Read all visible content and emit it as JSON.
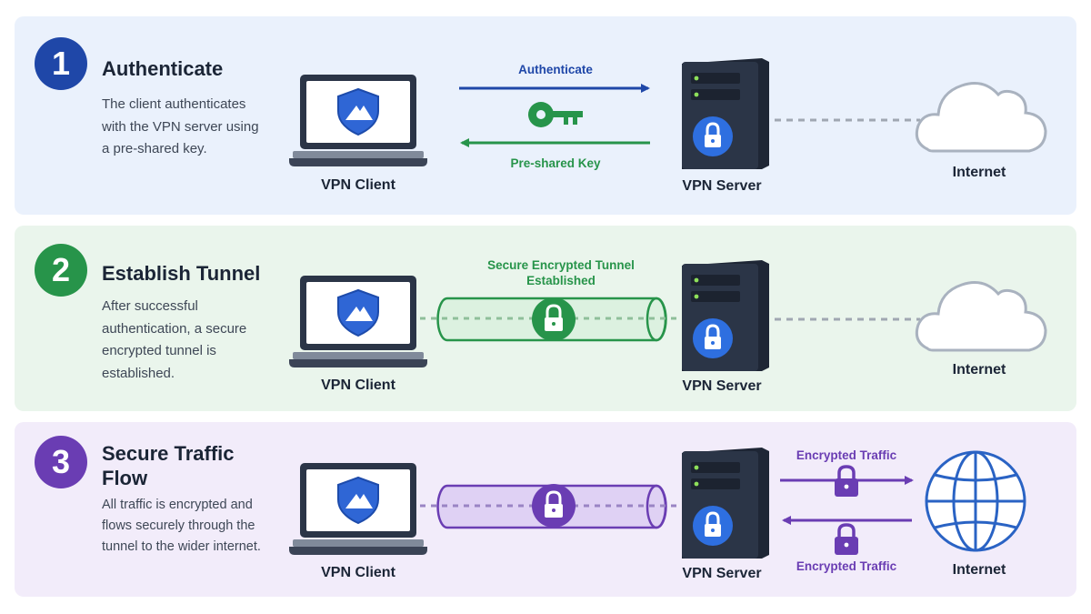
{
  "steps": [
    {
      "number": "1",
      "title": "Authenticate",
      "description": "The client authenticates with the VPN server using a pre-shared key.",
      "client_label": "VPN Client",
      "server_label": "VPN Server",
      "internet_label": "Internet",
      "arrow_top_label": "Authenticate",
      "arrow_bottom_label": "Pre-shared Key"
    },
    {
      "number": "2",
      "title": "Establish Tunnel",
      "description": "After successful authentication, a secure encrypted tunnel is established.",
      "client_label": "VPN Client",
      "server_label": "VPN Server",
      "internet_label": "Internet",
      "tunnel_label": "Secure Encrypted Tunnel Established"
    },
    {
      "number": "3",
      "title": "Secure Traffic Flow",
      "description": "All traffic is encrypted and flows securely through the tunnel to the wider internet.",
      "client_label": "VPN Client",
      "server_label": "VPN Server",
      "internet_label": "Internet",
      "traffic_top_label": "Encrypted Traffic",
      "traffic_bottom_label": "Encrypted Traffic"
    }
  ],
  "colors": {
    "blue": "#1f47a8",
    "green": "#27944a",
    "purple": "#6a3db3",
    "server": "#2b3547",
    "lock_blue": "#2e6fe0"
  },
  "icons": {
    "client": "laptop-shield-icon",
    "server": "server-lock-icon",
    "internet_1": "cloud-icon",
    "internet_2": "cloud-icon",
    "internet_3": "globe-icon",
    "key": "key-icon",
    "lock": "padlock-icon"
  }
}
